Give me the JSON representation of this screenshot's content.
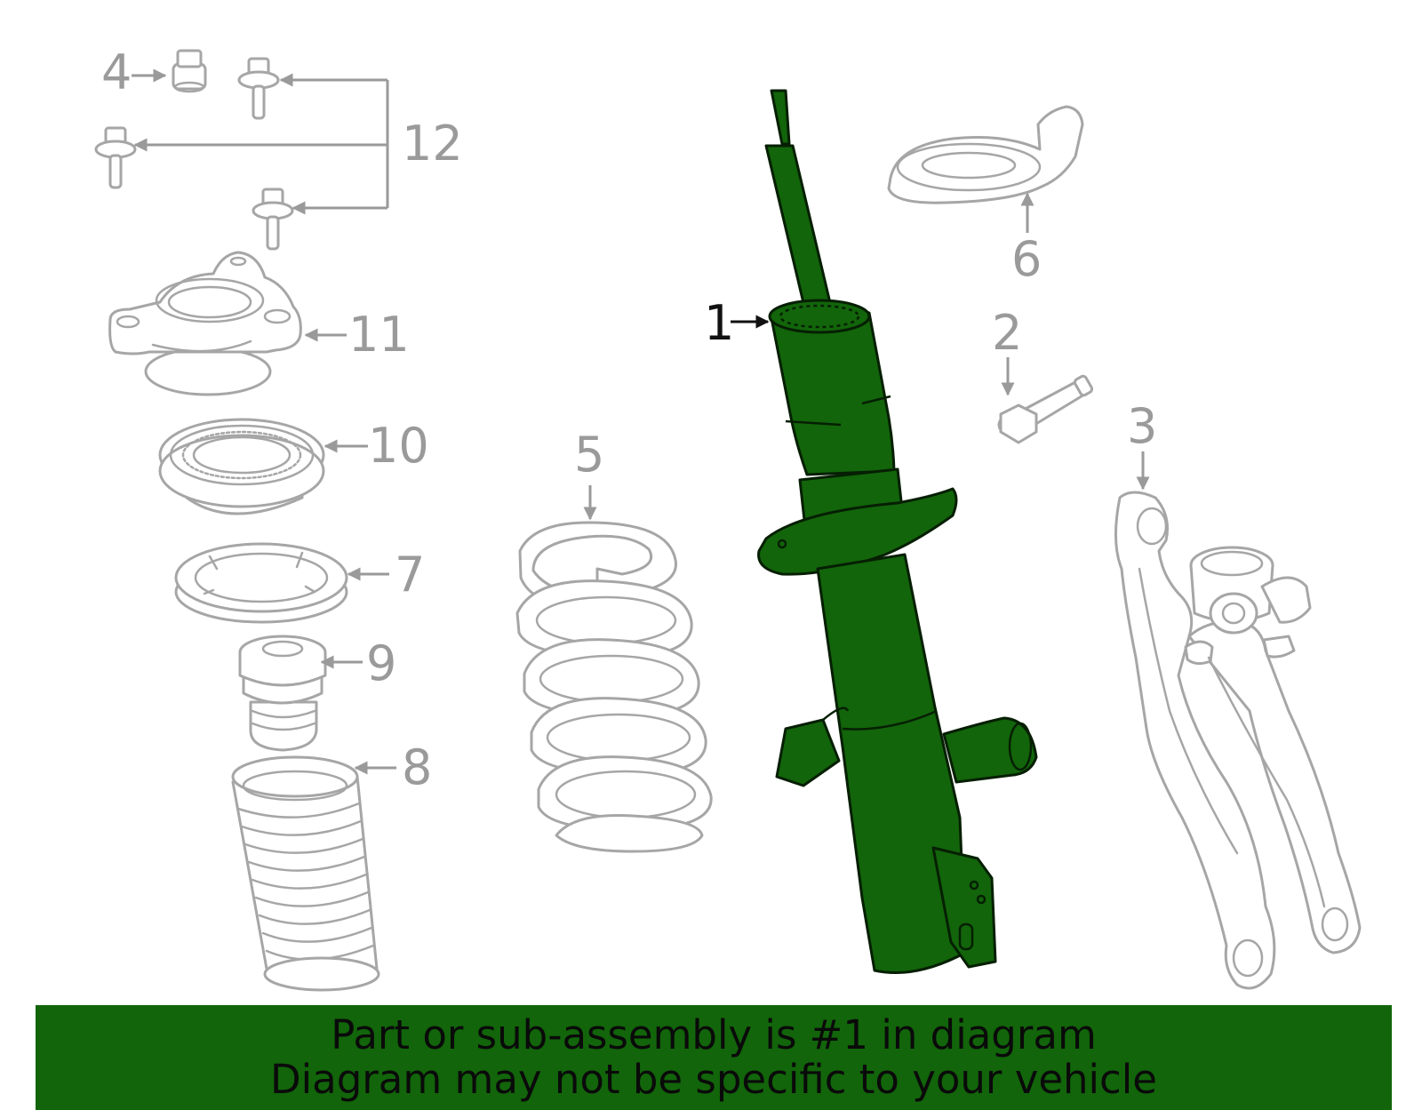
{
  "callouts": [
    {
      "id": "1",
      "label": "1",
      "active": true
    },
    {
      "id": "2",
      "label": "2"
    },
    {
      "id": "3",
      "label": "3"
    },
    {
      "id": "4",
      "label": "4"
    },
    {
      "id": "5",
      "label": "5"
    },
    {
      "id": "6",
      "label": "6"
    },
    {
      "id": "7",
      "label": "7"
    },
    {
      "id": "8",
      "label": "8"
    },
    {
      "id": "9",
      "label": "9"
    },
    {
      "id": "10",
      "label": "10"
    },
    {
      "id": "11",
      "label": "11"
    },
    {
      "id": "12",
      "label": "12"
    }
  ],
  "banner": {
    "line1": "Part or sub-assembly is #1 in diagram",
    "line2": "Diagram may not be specific to your vehicle"
  },
  "colors": {
    "highlight": "#12650a",
    "outline": "#a6a6a6",
    "banner": "#12650a"
  }
}
